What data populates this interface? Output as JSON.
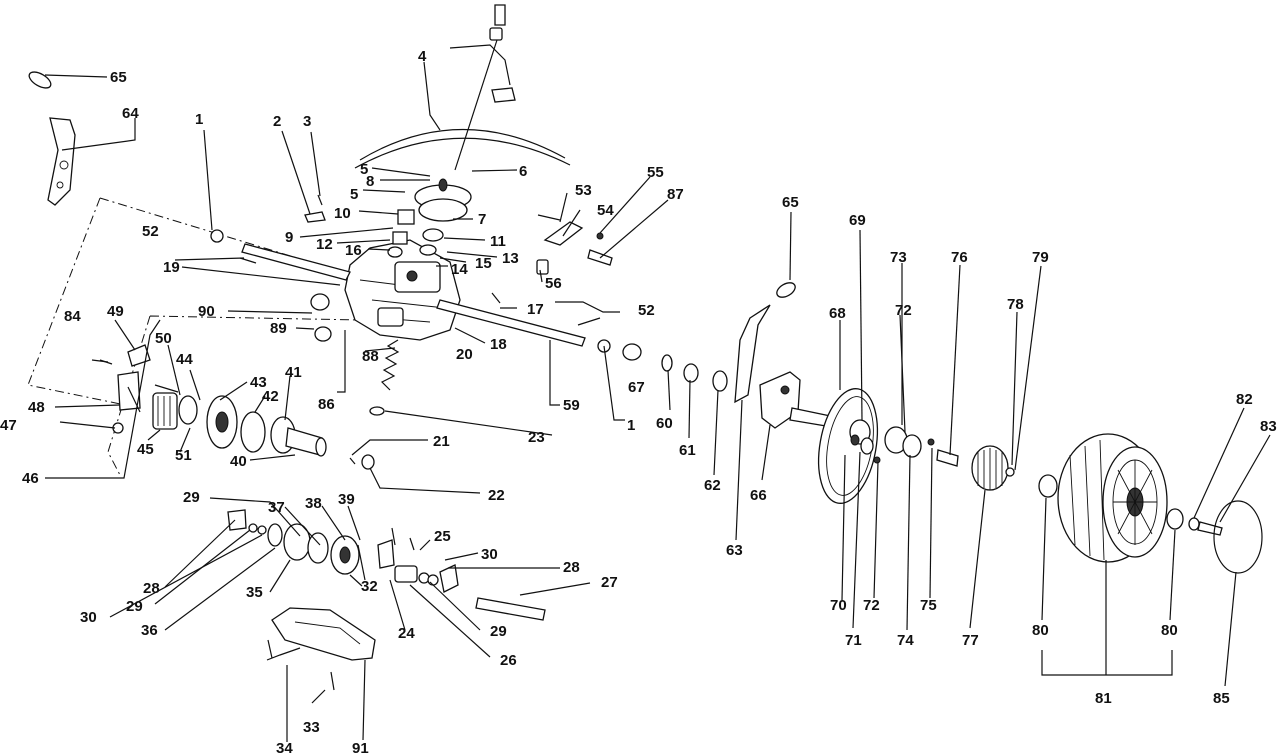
{
  "callouts": [
    {
      "id": "l65a",
      "text": "65"
    },
    {
      "id": "l64",
      "text": "64"
    },
    {
      "id": "l1a",
      "text": "1"
    },
    {
      "id": "l2",
      "text": "2"
    },
    {
      "id": "l3",
      "text": "3"
    },
    {
      "id": "l4",
      "text": "4"
    },
    {
      "id": "l5a",
      "text": "5"
    },
    {
      "id": "l5b",
      "text": "5"
    },
    {
      "id": "l6",
      "text": "6"
    },
    {
      "id": "l7",
      "text": "7"
    },
    {
      "id": "l8",
      "text": "8"
    },
    {
      "id": "l9",
      "text": "9"
    },
    {
      "id": "l10",
      "text": "10"
    },
    {
      "id": "l11",
      "text": "11"
    },
    {
      "id": "l12",
      "text": "12"
    },
    {
      "id": "l13",
      "text": "13"
    },
    {
      "id": "l14",
      "text": "14"
    },
    {
      "id": "l15",
      "text": "15"
    },
    {
      "id": "l16",
      "text": "16"
    },
    {
      "id": "l17",
      "text": "17"
    },
    {
      "id": "l18",
      "text": "18"
    },
    {
      "id": "l19",
      "text": "19"
    },
    {
      "id": "l20",
      "text": "20"
    },
    {
      "id": "l21",
      "text": "21"
    },
    {
      "id": "l22",
      "text": "22"
    },
    {
      "id": "l23",
      "text": "23"
    },
    {
      "id": "l24",
      "text": "24"
    },
    {
      "id": "l25",
      "text": "25"
    },
    {
      "id": "l26",
      "text": "26"
    },
    {
      "id": "l27",
      "text": "27"
    },
    {
      "id": "l28a",
      "text": "28"
    },
    {
      "id": "l28b",
      "text": "28"
    },
    {
      "id": "l29a",
      "text": "29"
    },
    {
      "id": "l29b",
      "text": "29"
    },
    {
      "id": "l29c",
      "text": "29"
    },
    {
      "id": "l30a",
      "text": "30"
    },
    {
      "id": "l30b",
      "text": "30"
    },
    {
      "id": "l32",
      "text": "32"
    },
    {
      "id": "l33",
      "text": "33"
    },
    {
      "id": "l34",
      "text": "34"
    },
    {
      "id": "l35",
      "text": "35"
    },
    {
      "id": "l36",
      "text": "36"
    },
    {
      "id": "l37",
      "text": "37"
    },
    {
      "id": "l38",
      "text": "38"
    },
    {
      "id": "l39",
      "text": "39"
    },
    {
      "id": "l40",
      "text": "40"
    },
    {
      "id": "l41",
      "text": "41"
    },
    {
      "id": "l42",
      "text": "42"
    },
    {
      "id": "l43",
      "text": "43"
    },
    {
      "id": "l44",
      "text": "44"
    },
    {
      "id": "l45",
      "text": "45"
    },
    {
      "id": "l46",
      "text": "46"
    },
    {
      "id": "l47",
      "text": "47"
    },
    {
      "id": "l48",
      "text": "48"
    },
    {
      "id": "l49",
      "text": "49"
    },
    {
      "id": "l50",
      "text": "50"
    },
    {
      "id": "l51",
      "text": "51"
    },
    {
      "id": "l52a",
      "text": "52"
    },
    {
      "id": "l52b",
      "text": "52"
    },
    {
      "id": "l53",
      "text": "53"
    },
    {
      "id": "l54",
      "text": "54"
    },
    {
      "id": "l55",
      "text": "55"
    },
    {
      "id": "l56",
      "text": "56"
    },
    {
      "id": "l59",
      "text": "59"
    },
    {
      "id": "l1b",
      "text": "1"
    },
    {
      "id": "l60",
      "text": "60"
    },
    {
      "id": "l61",
      "text": "61"
    },
    {
      "id": "l62",
      "text": "62"
    },
    {
      "id": "l63",
      "text": "63"
    },
    {
      "id": "l65b",
      "text": "65"
    },
    {
      "id": "l66",
      "text": "66"
    },
    {
      "id": "l67",
      "text": "67"
    },
    {
      "id": "l68",
      "text": "68"
    },
    {
      "id": "l69",
      "text": "69"
    },
    {
      "id": "l70",
      "text": "70"
    },
    {
      "id": "l71",
      "text": "71"
    },
    {
      "id": "l72a",
      "text": "72"
    },
    {
      "id": "l72b",
      "text": "72"
    },
    {
      "id": "l73",
      "text": "73"
    },
    {
      "id": "l74",
      "text": "74"
    },
    {
      "id": "l75",
      "text": "75"
    },
    {
      "id": "l76",
      "text": "76"
    },
    {
      "id": "l77",
      "text": "77"
    },
    {
      "id": "l78",
      "text": "78"
    },
    {
      "id": "l79",
      "text": "79"
    },
    {
      "id": "l80a",
      "text": "80"
    },
    {
      "id": "l80b",
      "text": "80"
    },
    {
      "id": "l81",
      "text": "81"
    },
    {
      "id": "l82",
      "text": "82"
    },
    {
      "id": "l83",
      "text": "83"
    },
    {
      "id": "l84",
      "text": "84"
    },
    {
      "id": "l85",
      "text": "85"
    },
    {
      "id": "l86",
      "text": "86"
    },
    {
      "id": "l87",
      "text": "87"
    },
    {
      "id": "l88",
      "text": "88"
    },
    {
      "id": "l89",
      "text": "89"
    },
    {
      "id": "l90",
      "text": "90"
    },
    {
      "id": "l91",
      "text": "91"
    }
  ]
}
